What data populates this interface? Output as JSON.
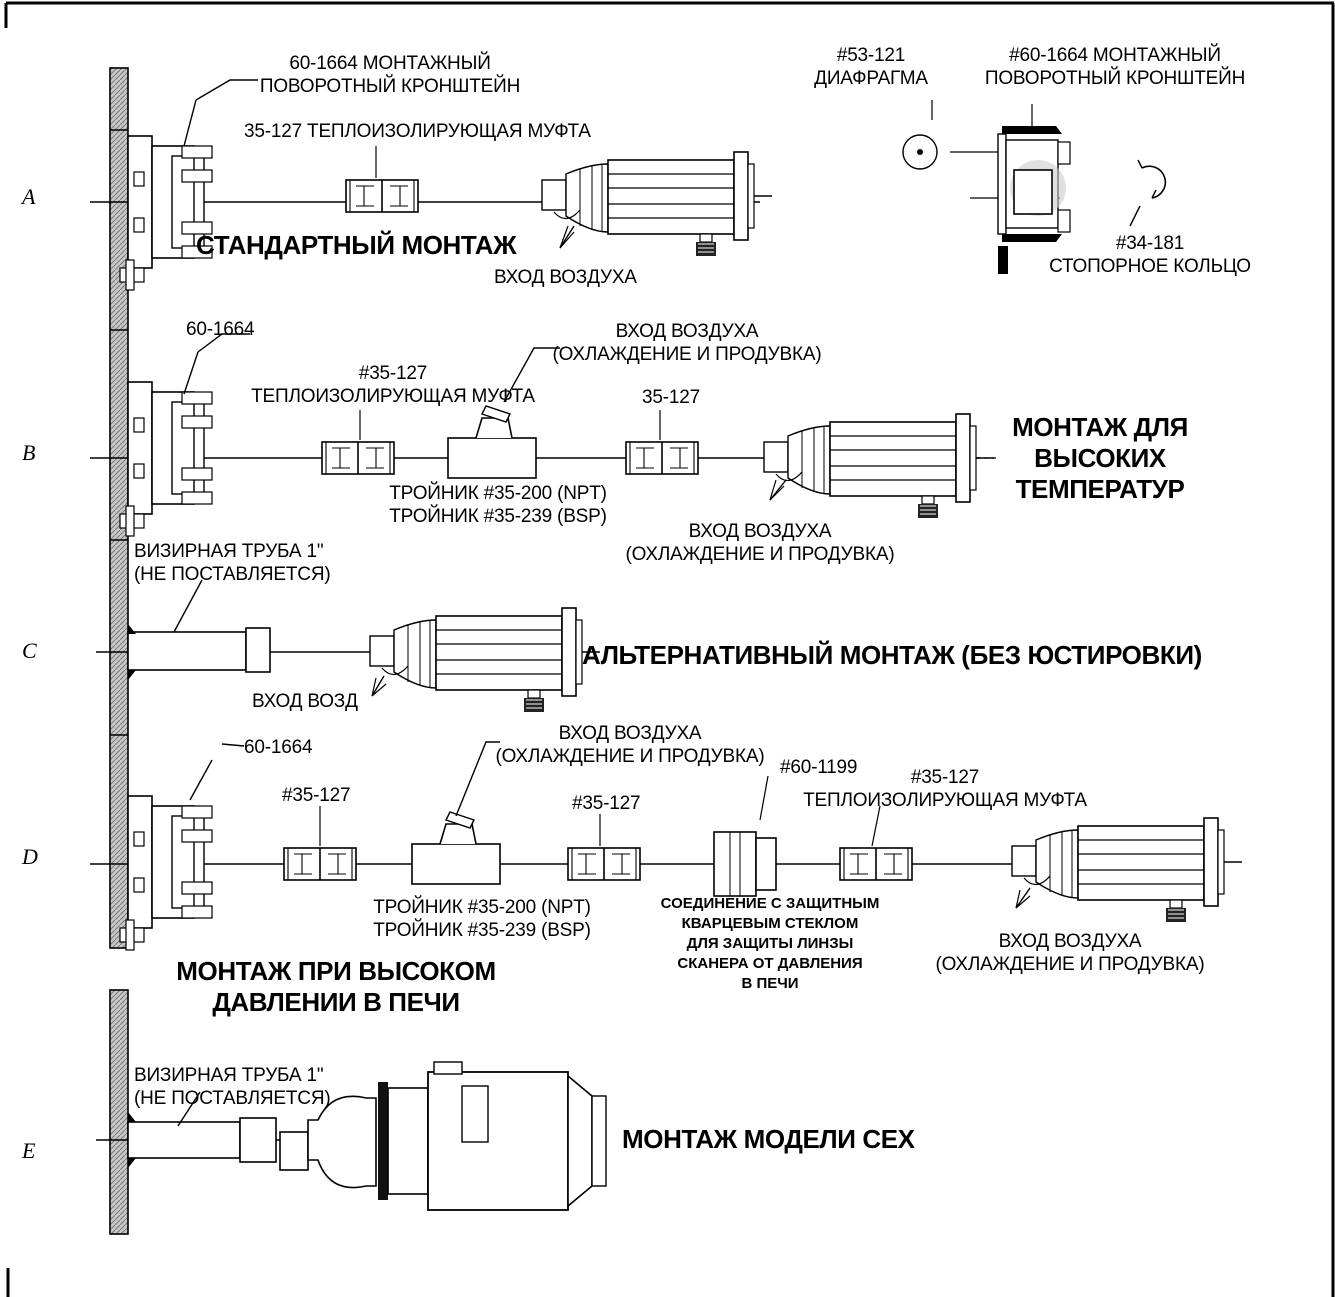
{
  "row_labels": [
    "A",
    "B",
    "C",
    "D",
    "E"
  ],
  "row_a": {
    "bracket": "60-1664 МОНТАЖНЫЙ\nПОВОРОТНЫЙ КРОНШТЕЙН",
    "coupling": "35-127 ТЕПЛОИЗОЛИРУЮЩАЯ МУФТА",
    "title": "СТАНДАРТНЫЙ МОНТАЖ",
    "air_inlet": "ВХОД ВОЗДУХА",
    "diaphragm": "#53-121\nДИАФРАГМА",
    "bracket_detail": "#60-1664 МОНТАЖНЫЙ\nПОВОРОТНЫЙ КРОНШТЕЙН",
    "retaining_ring": "#34-181\nСТОПОРНОЕ КОЛЬЦО"
  },
  "row_b": {
    "bracket": "60-1664",
    "coupling": "#35-127\nТЕПЛОИЗОЛИРУЮЩАЯ МУФТА",
    "air_top": "ВХОД ВОЗДУХА\n(ОХЛАЖДЕНИЕ И ПРОДУВКА)",
    "coupling2": "35-127",
    "tee": "ТРОЙНИК #35-200 (NPT)\nТРОЙНИК #35-239 (BSP)",
    "air_bottom": "ВХОД ВОЗДУХА\n(ОХЛАЖДЕНИЕ И ПРОДУВКА)",
    "title": "МОНТАЖ ДЛЯ\nВЫСОКИХ\nТЕМПЕРАТУР"
  },
  "row_c": {
    "sight_pipe": "ВИЗИРНАЯ ТРУБА 1\"\n(НЕ ПОСТАВЛЯЕТСЯ)",
    "air_inlet": "ВХОД ВОЗД",
    "title": "АЛЬТЕРНАТИВНЫЙ МОНТАЖ (БЕЗ ЮСТИРОВКИ)"
  },
  "row_d": {
    "bracket": "60-1664",
    "air_top": "ВХОД ВОЗДУХА\n(ОХЛАЖДЕНИЕ И ПРОДУВКА)",
    "coupling1": "#35-127",
    "coupling2": "#35-127",
    "quartz_part": "#60-1199",
    "coupling3": "#35-127\nТЕПЛОИЗОЛИРУЮЩАЯ МУФТА",
    "tee": "ТРОЙНИК #35-200 (NPT)\nТРОЙНИК #35-239 (BSP)",
    "quartz_note": "СОЕДИНЕНИЕ С ЗАЩИТНЫМ\nКВАРЦЕВЫМ СТЕКЛОМ\nДЛЯ ЗАЩИТЫ ЛИНЗЫ\nСКАНЕРА ОТ ДАВЛЕНИЯ\nВ ПЕЧИ",
    "air_bottom": "ВХОД ВОЗДУХА\n(ОХЛАЖДЕНИЕ И ПРОДУВКА)",
    "title": "МОНТАЖ ПРИ ВЫСОКОМ\nДАВЛЕНИИ В ПЕЧИ"
  },
  "row_e": {
    "sight_pipe": "ВИЗИРНАЯ ТРУБА 1\"\n(НЕ ПОСТАВЛЯЕТСЯ)",
    "title": "МОНТАЖ МОДЕЛИ CEX"
  }
}
